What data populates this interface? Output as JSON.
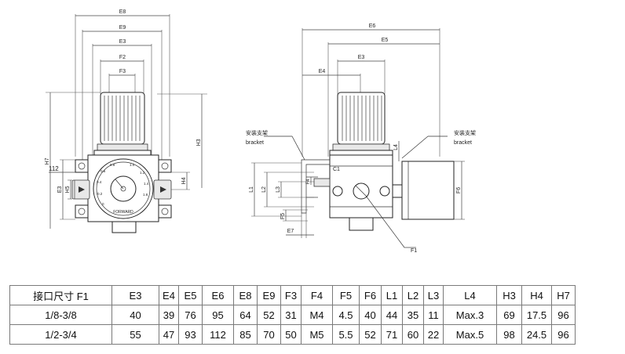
{
  "drawing": {
    "front_dims": [
      "E8",
      "E9",
      "E3",
      "F2",
      "F3",
      "H3",
      "H7",
      "112",
      "E3",
      "H5",
      "H4"
    ],
    "side_dims": [
      "E6",
      "E5",
      "E3",
      "E4",
      "L4",
      "C1",
      "F4",
      "L1",
      "L2",
      "L3",
      "F5",
      "E7",
      "F6",
      "F1"
    ],
    "bracket_left_cn": "安装支架",
    "bracket_left_en": "bracket",
    "bracket_right_cn": "安装支架",
    "bracket_right_en": "bracket",
    "gauge_brand": "FORWARD",
    "gauge_scale": [
      "0",
      "0.2",
      "0.4",
      "0.6",
      "0.8",
      "1.0",
      "1.2",
      "1.4",
      "1.6"
    ]
  },
  "table": {
    "headers": [
      "接口尺寸 F1",
      "E3",
      "E4",
      "E5",
      "E6",
      "E8",
      "E9",
      "F3",
      "F4",
      "F5",
      "F6",
      "L1",
      "L2",
      "L3",
      "L4",
      "H3",
      "H4",
      "H7"
    ],
    "rows": [
      [
        "1/8-3/8",
        "40",
        "39",
        "76",
        "95",
        "64",
        "52",
        "31",
        "M4",
        "4.5",
        "40",
        "44",
        "35",
        "11",
        "Max.3",
        "69",
        "17.5",
        "96"
      ],
      [
        "1/2-3/4",
        "55",
        "47",
        "93",
        "112",
        "85",
        "70",
        "50",
        "M5",
        "5.5",
        "52",
        "71",
        "60",
        "22",
        "Max.5",
        "98",
        "24.5",
        "96"
      ]
    ]
  }
}
